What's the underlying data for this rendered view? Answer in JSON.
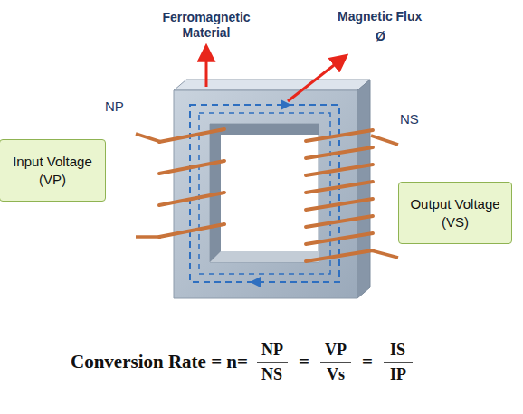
{
  "diagram": {
    "nodes": [
      {
        "text": [
          "Input Voltage (VP)"
        ]
      },
      {
        "text": [
          "Output Voltage (VS)"
        ]
      }
    ],
    "labels": [
      "Ferromagnetic Material",
      "Magnetic Flux",
      "Ø",
      "NP",
      "NS",
      "Conversion Rate = n=",
      "NP",
      "NS",
      "=",
      "VP",
      "Vs",
      "=",
      "IS",
      "IP"
    ]
  }
}
